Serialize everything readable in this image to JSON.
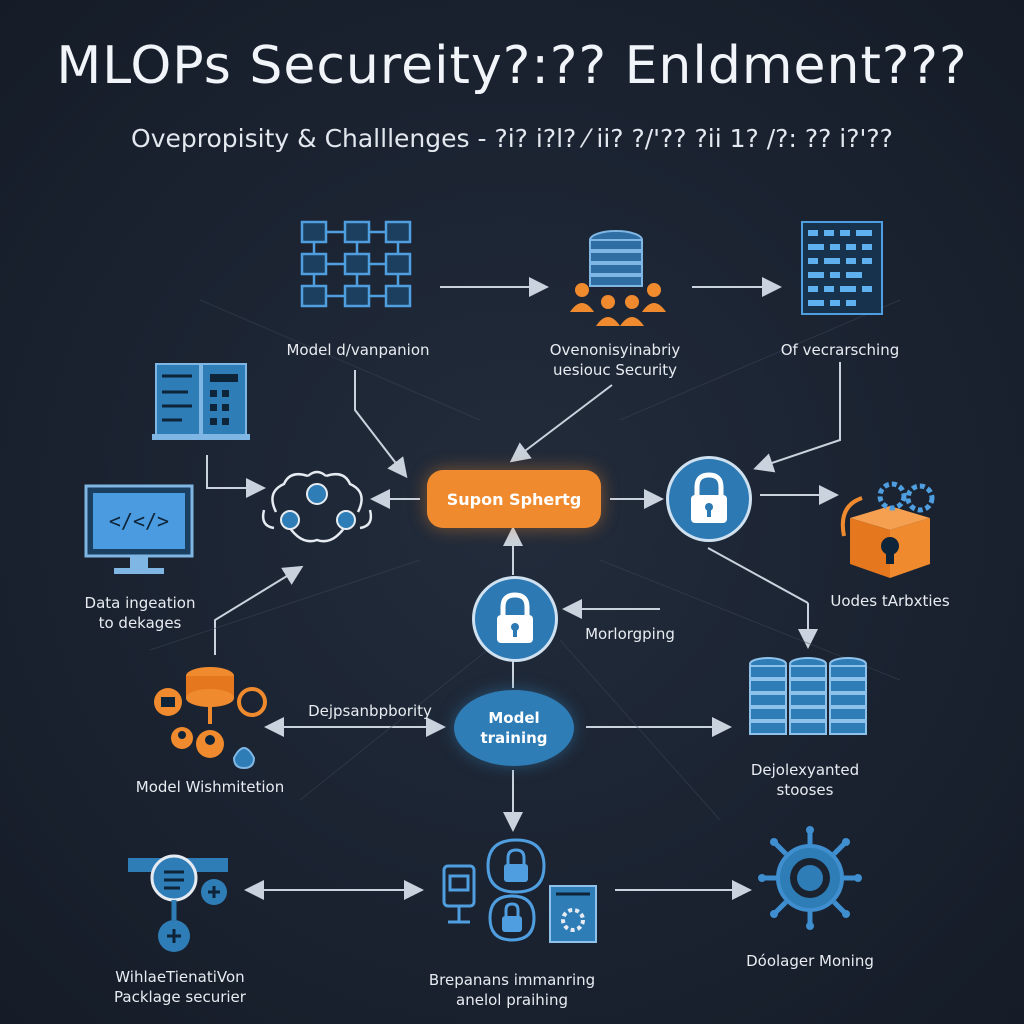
{
  "header": {
    "title": "MLOPs  Secure‌ity?:?? Enldment???",
    "subtitle": "Ovepropisity & Challlenges - ?i? i?l? ⁄ ii? ?/'?? ?ii 1? /?: ?? i?'??"
  },
  "nodes": {
    "model_expansion": "Model d/vanpanion",
    "ovenon_security": [
      "Ovenonisyinabriy",
      "uesiouc Security"
    ],
    "of_vecrarsching": "Of vecrarsching",
    "data_ingestion": [
      "Data ingeation",
      "to dekages"
    ],
    "hub_pill": "Supon Sphertg",
    "monitoring": "Morlorgping",
    "undes_arbxties": "Uodes tArbxties",
    "dependability": "Dejpsanbpbority",
    "model_training": [
      "Model",
      "training"
    ],
    "model_washmentation": "Model Wishmitetion",
    "deployed_stores": [
      "Dejolexyanted",
      "stooses"
    ],
    "package_security": [
      "WihlaeTienatiVon",
      "Packlage securier"
    ],
    "bregpanshe_training": [
      "Brepanans immanring",
      "anelol praihing"
    ],
    "dodager_moning": "Dóolager Moning"
  },
  "colors": {
    "background": "#1a2230",
    "accent_orange": "#f08a2e",
    "accent_blue": "#2f7db6",
    "icon_blue": "#3f8fd0",
    "line": "#c9d2dd"
  }
}
